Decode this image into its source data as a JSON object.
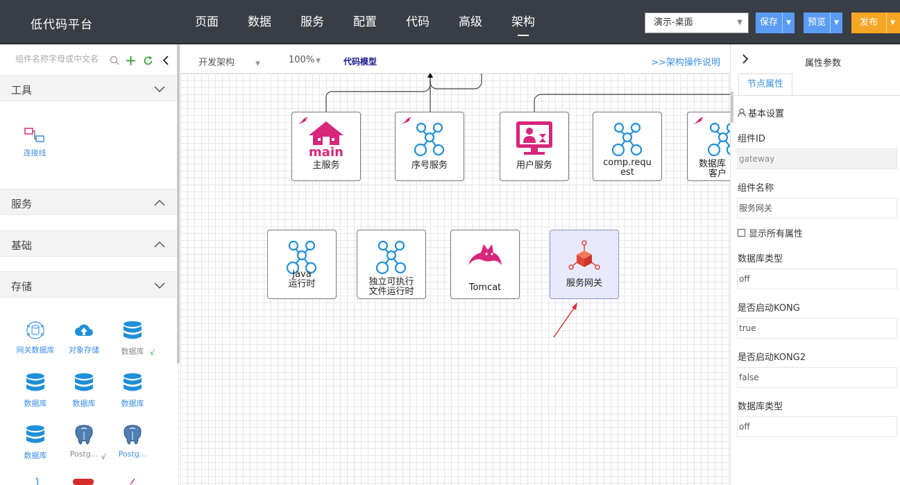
{
  "header": {
    "logo": "低代码平台",
    "nav": [
      "页面",
      "数据",
      "服务",
      "配置",
      "代码",
      "高级",
      "架构"
    ],
    "active_nav": "架构",
    "env_select": "演示-桌面",
    "save_label": "保存",
    "preview_label": "预览",
    "publish_label": "发布"
  },
  "sidebar": {
    "search_placeholder": "组件名称字母或中文名",
    "sections": {
      "tools": "工具",
      "service": "服务",
      "basic": "基础",
      "storage": "存储"
    },
    "tools": [
      {
        "label": "连接线"
      }
    ],
    "storage_items": [
      {
        "label": "网关数据库",
        "icon": "gateway-db-icon"
      },
      {
        "label": "对象存储",
        "icon": "cloud-upload-icon"
      },
      {
        "label": "数据库",
        "icon": "database-icon",
        "checked": true
      },
      {
        "label": "数据库",
        "icon": "database-icon"
      },
      {
        "label": "数据库",
        "icon": "database-icon"
      },
      {
        "label": "数据库",
        "icon": "database-icon"
      },
      {
        "label": "数据库",
        "icon": "database-icon"
      },
      {
        "label": "Postg...",
        "icon": "postgres-icon",
        "checked": true
      },
      {
        "label": "Postg...",
        "icon": "postgres-icon"
      }
    ],
    "check_mark": "√"
  },
  "canvas_toolbar": {
    "arch_select": "开发架构",
    "zoom": "100%",
    "model_link": "代码模型",
    "help_link": ">>架构操作说明"
  },
  "nodes": {
    "main": "主服务",
    "main_logo": "main",
    "serial": "序号服务",
    "user": "用户服务",
    "comp_request": "comp.request",
    "db_client_1": "数据库",
    "db_client_2": "客户",
    "java_1": "Java",
    "java_2": "运行时",
    "exec_1": "独立可执行",
    "exec_2": "文件运行时",
    "tomcat": "Tomcat",
    "gateway": "服务网关"
  },
  "right_panel": {
    "title": "属性参数",
    "tab": "节点属性",
    "section": "基本设置",
    "fields": [
      {
        "label": "组件ID",
        "value": "gateway"
      },
      {
        "label": "组件名称",
        "value": "服务网关"
      },
      {
        "label": "数据库类型",
        "value": "off"
      },
      {
        "label": "是否启动KONG",
        "value": "true"
      },
      {
        "label": "是否启动KONG2",
        "value": "false"
      },
      {
        "label": "数据库类型",
        "value": "off"
      }
    ],
    "show_all": "显示所有属性"
  },
  "colors": {
    "header_bg": "#393d45",
    "accent_blue": "#5b9bf3",
    "accent_orange": "#f5a623",
    "node_pink": "#d7267c",
    "node_blue": "#1e8fd8",
    "link_blue": "#3a8ee6"
  }
}
